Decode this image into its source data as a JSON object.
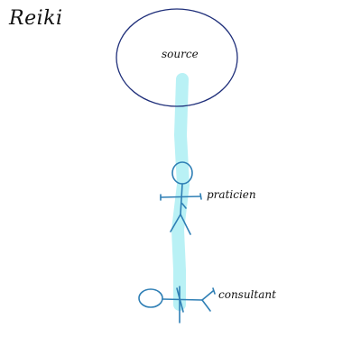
{
  "title": "Reiki",
  "labels": {
    "source": "source",
    "practitioner": "praticien",
    "client": "consultant"
  },
  "colors": {
    "source_outline": "#1f2f7a",
    "beam": "#b9f1f5",
    "figure": "#2f7fb5",
    "text": "#111111"
  },
  "icons": {
    "source": "ellipse-outline",
    "practitioner": "standing-stick-figure",
    "client": "lying-stick-figure"
  }
}
